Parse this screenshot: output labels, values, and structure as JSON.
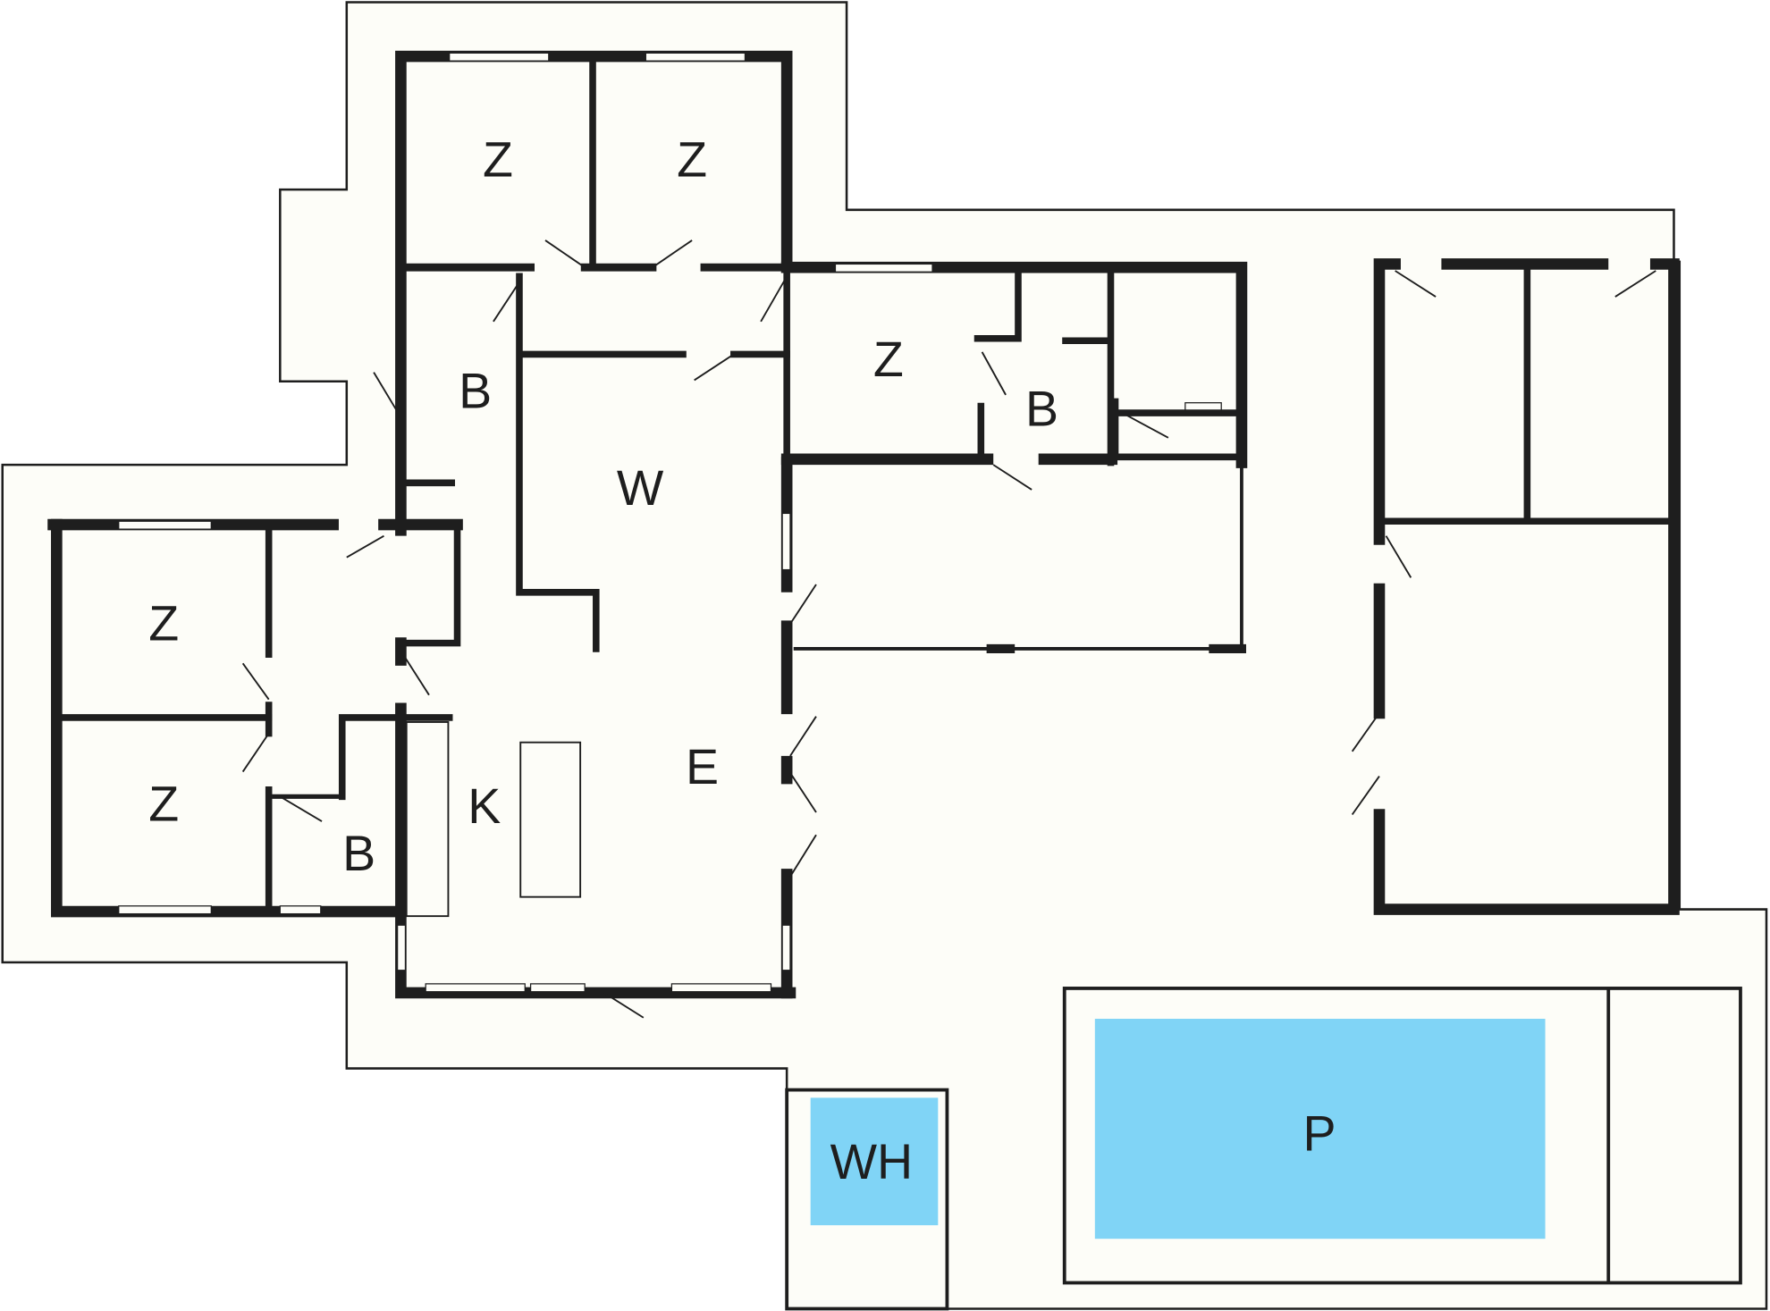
{
  "colors": {
    "background": "#fdfdf8",
    "walls": "#1e1e1e",
    "water": "#80d4f6"
  },
  "rooms": {
    "z1": "Z",
    "z2": "Z",
    "z3": "Z",
    "z4": "Z",
    "z5": "Z",
    "b1": "B",
    "b2": "B",
    "b3": "B",
    "w": "W",
    "e": "E",
    "k": "K",
    "wh": "WH",
    "p": "P"
  }
}
